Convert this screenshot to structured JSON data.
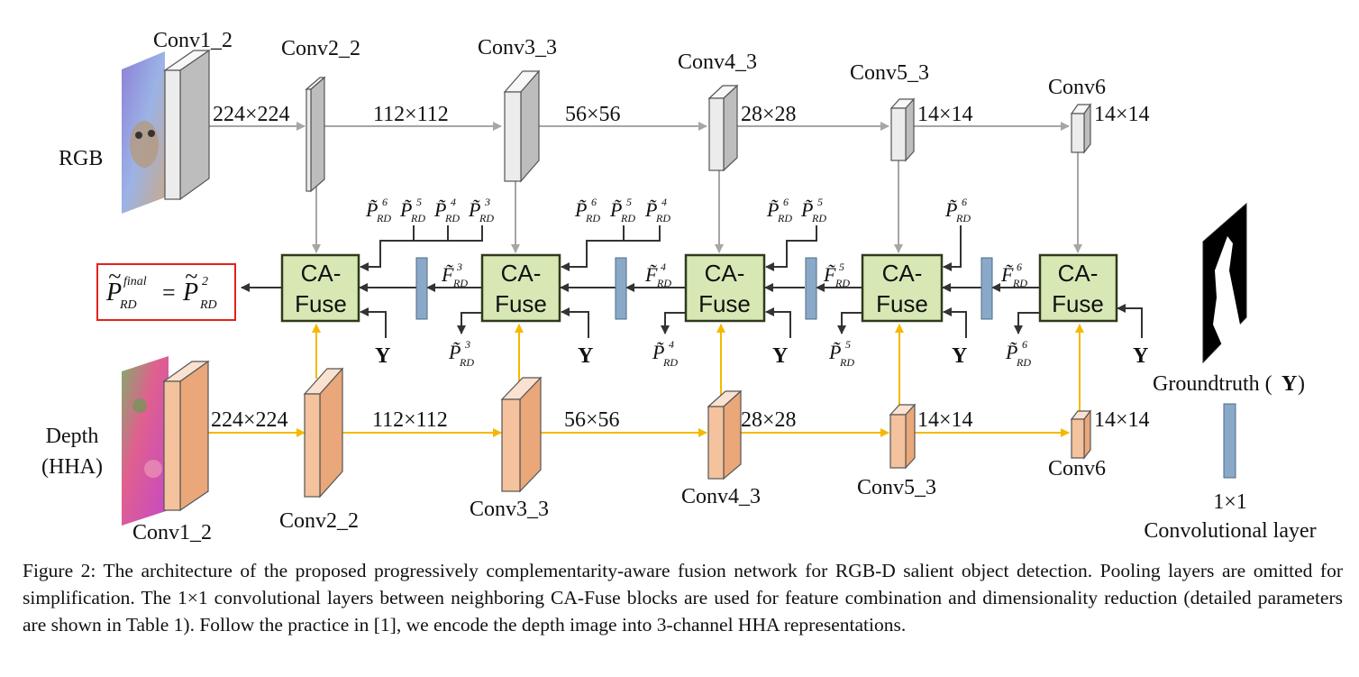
{
  "inputs": {
    "rgb": "RGB",
    "depth_line1": "Depth",
    "depth_line2": "(HHA)"
  },
  "rgb_stream": {
    "layers": [
      "Conv1_2",
      "Conv2_2",
      "Conv3_3",
      "Conv4_3",
      "Conv5_3",
      "Conv6"
    ],
    "sizes": [
      "224×224",
      "112×112",
      "56×56",
      "28×28",
      "14×14",
      "14×14"
    ]
  },
  "depth_stream": {
    "layers": [
      "Conv1_2",
      "Conv2_2",
      "Conv3_3",
      "Conv4_3",
      "Conv5_3",
      "Conv6"
    ],
    "sizes": [
      "224×224",
      "112×112",
      "56×56",
      "28×28",
      "14×14",
      "14×14"
    ]
  },
  "fuse_block": {
    "line1": "CA-",
    "line2": "Fuse"
  },
  "supervision": "Y",
  "side_inputs": {
    "block1": [
      "6",
      "5",
      "4",
      "3"
    ],
    "block2": [
      "6",
      "5",
      "4"
    ],
    "block3": [
      "6",
      "5"
    ],
    "block4": [
      "6"
    ]
  },
  "feature_labels": [
    "3",
    "4",
    "5",
    "6"
  ],
  "side_outputs": [
    "3",
    "4",
    "5",
    "6"
  ],
  "final_output": {
    "sup_left": "final",
    "sup_right": "2",
    "sub": "RD",
    "symbol": "P",
    "equals": "="
  },
  "legend": {
    "groundtruth_prefix": "Groundtruth (",
    "groundtruth_symbol": "Y",
    "groundtruth_suffix": ")",
    "conv_size": "1×1",
    "conv_label": "Convolutional layer"
  },
  "colors": {
    "fuse_fill": "#d7e8b5",
    "fuse_stroke": "#2f3a1c",
    "rgb_block": "#ececec",
    "depth_block": "#f4c29c",
    "conv1x1": "#8aa9c9",
    "rgb_arrow": "#a6a6a6",
    "depth_arrow": "#f5b800",
    "output_box": "#e0231b"
  },
  "caption": "Figure 2: The architecture of the proposed progressively complementarity-aware fusion network for RGB-D salient object detection. Pooling layers are omitted for simplification. The 1×1 convolutional layers between neighboring CA-Fuse blocks are used for feature combination and dimensionality reduction (detailed parameters are shown in Table 1). Follow the practice in [1], we encode the depth image into 3-channel HHA representations."
}
